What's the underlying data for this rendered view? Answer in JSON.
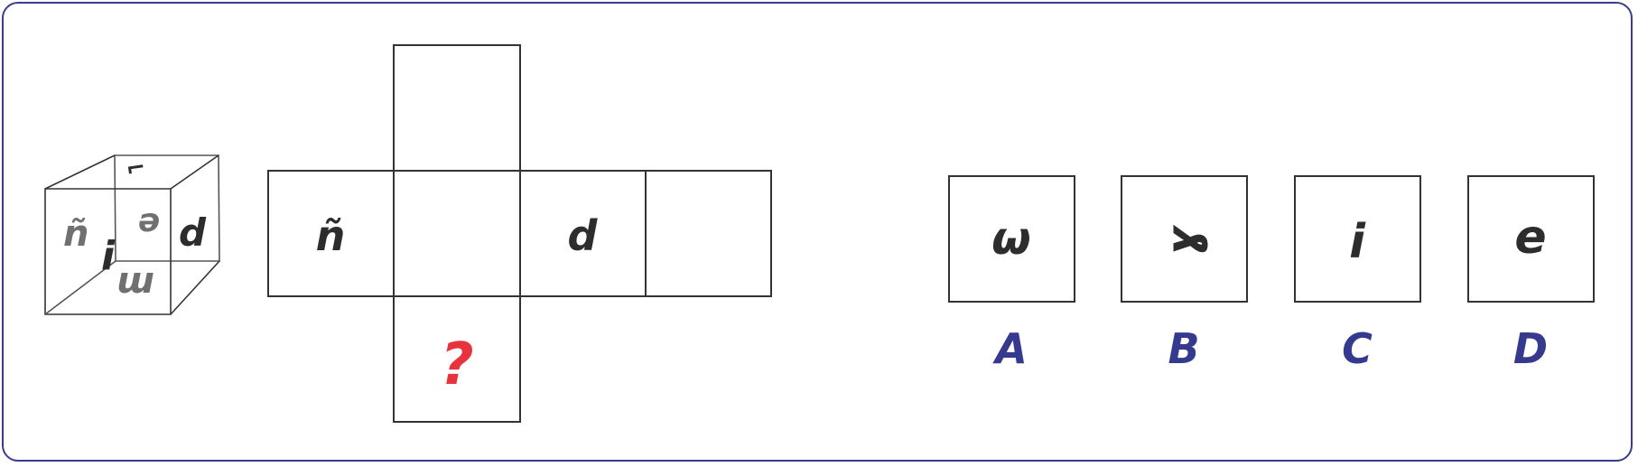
{
  "colors": {
    "frame": "#3b3b8f",
    "stroke": "#333333",
    "cube_glyph": "#707070",
    "net_glyph": "#2d2d2d",
    "question": "#e8323c",
    "option_letter": "#363a8e"
  },
  "cube": {
    "front_glyph": "ñ",
    "front_glyph_2": "i",
    "back_glyph": "ə",
    "right_glyph": "d",
    "top_glyph": "⌐",
    "bottom_glyph": "m"
  },
  "net": {
    "cells": [
      "",
      "ñ",
      "",
      "d",
      "",
      "?"
    ]
  },
  "options": [
    {
      "letter": "A",
      "glyph": "ω"
    },
    {
      "letter": "B",
      "glyph": "ɣ"
    },
    {
      "letter": "C",
      "glyph": "i"
    },
    {
      "letter": "D",
      "glyph": "e"
    }
  ]
}
